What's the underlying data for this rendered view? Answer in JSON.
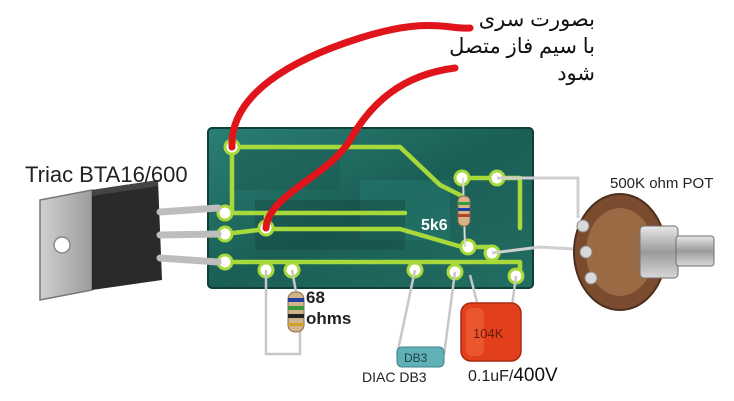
{
  "labels": {
    "triac": "Triac BTA16/600",
    "resistor_value": "68",
    "resistor_unit": "ohms",
    "resistor_5k6": "5k6",
    "pot": "500K ohm POT",
    "diac": "DIAC DB3",
    "capacitor_value": "0.1uF/",
    "capacitor_voltage": "400V",
    "capacitor_marking": "104K",
    "diac_marking": "DB3"
  },
  "note_lines": [
    "بصورت سری",
    "با سیم فاز متصل",
    "شود"
  ],
  "colors": {
    "board": "#1f6e63",
    "trace": "#a8d93a",
    "wire": "#e0141b",
    "capacitor": "#e2401d",
    "diac": "#5fb0b7",
    "triac_tab": "#b8b8b8",
    "triac_body": "#2a2a2a",
    "pot_body": "#8a5a3a"
  }
}
